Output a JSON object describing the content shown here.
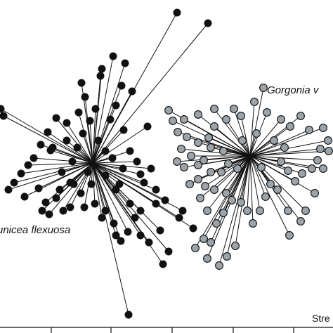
{
  "chart_data": {
    "type": "scatter",
    "subtype": "spider-plot",
    "axis_range": {
      "x": [
        0,
        474
      ],
      "y": [
        0,
        474
      ],
      "note": "axes unlabeled; plot-units equal to pixel space of crop"
    },
    "grid": false,
    "annotations": [
      "unicea flexuosa",
      "Gorgonia v",
      "Stre"
    ],
    "series": [
      {
        "name": "Eunicea flexuosa",
        "label_text": "unicea flexuosa",
        "marker_color": "#111111",
        "centroid": [
          132,
          232
        ],
        "points": [
          [
            252,
            18
          ],
          [
            296,
            33
          ],
          [
            161,
            80
          ],
          [
            178,
            90
          ],
          [
            145,
            98
          ],
          [
            116,
            118
          ],
          [
            143,
            108
          ],
          [
            121,
            138
          ],
          [
            173,
            122
          ],
          [
            165,
            150
          ],
          [
            188,
            130
          ],
          [
            210,
            180
          ],
          [
            176,
            185
          ],
          [
            157,
            170
          ],
          [
            136,
            155
          ],
          [
            95,
            175
          ],
          [
            80,
            168
          ],
          [
            68,
            188
          ],
          [
            58,
            206
          ],
          [
            72,
            214
          ],
          [
            48,
            225
          ],
          [
            40,
            235
          ],
          [
            30,
            247
          ],
          [
            20,
            260
          ],
          [
            12,
            270
          ],
          [
            35,
            280
          ],
          [
            55,
            268
          ],
          [
            65,
            288
          ],
          [
            80,
            282
          ],
          [
            100,
            260
          ],
          [
            115,
            275
          ],
          [
            120,
            295
          ],
          [
            135,
            290
          ],
          [
            150,
            300
          ],
          [
            145,
            310
          ],
          [
            162,
            318
          ],
          [
            165,
            335
          ],
          [
            182,
            330
          ],
          [
            200,
            335
          ],
          [
            212,
            345
          ],
          [
            240,
            358
          ],
          [
            232,
            376
          ],
          [
            260,
            300
          ],
          [
            275,
            325
          ],
          [
            205,
            260
          ],
          [
            215,
            240
          ],
          [
            222,
            270
          ],
          [
            235,
            285
          ],
          [
            200,
            300
          ],
          [
            185,
            290
          ],
          [
            165,
            270
          ],
          [
            90,
            300
          ],
          [
            70,
            305
          ],
          [
            60,
            300
          ],
          [
            100,
            295
          ],
          [
            1,
            155
          ],
          [
            5,
            165
          ],
          [
            75,
            210
          ],
          [
            95,
            200
          ],
          [
            110,
            210
          ],
          [
            125,
            245
          ],
          [
            150,
            250
          ],
          [
            175,
            240
          ],
          [
            160,
            225
          ],
          [
            185,
            215
          ],
          [
            195,
            230
          ],
          [
            140,
            200
          ],
          [
            118,
            190
          ],
          [
            103,
            230
          ],
          [
            88,
            245
          ],
          [
            172,
            343
          ],
          [
            183,
            448
          ],
          [
            228,
            328
          ],
          [
            255,
            310
          ],
          [
            222,
            290
          ],
          [
            192,
            310
          ],
          [
            130,
            262
          ],
          [
            105,
            262
          ],
          [
            85,
            270
          ],
          [
            150,
            215
          ],
          [
            170,
            262
          ],
          [
            200,
            248
          ],
          [
            112,
            160
          ],
          [
            128,
            172
          ]
        ]
      },
      {
        "name": "Gorgonia ventalina",
        "label_text": "Gorgonia v",
        "marker_color": "#9aa4aa",
        "centroid": [
          356,
          222
        ],
        "points": [
          [
            375,
            125
          ],
          [
            362,
            145
          ],
          [
            333,
            155
          ],
          [
            305,
            155
          ],
          [
            282,
            163
          ],
          [
            262,
            170
          ],
          [
            240,
            157
          ],
          [
            246,
            172
          ],
          [
            253,
            188
          ],
          [
            266,
            195
          ],
          [
            282,
            203
          ],
          [
            297,
            196
          ],
          [
            305,
            180
          ],
          [
            322,
            170
          ],
          [
            343,
            165
          ],
          [
            380,
            160
          ],
          [
            400,
            170
          ],
          [
            413,
            180
          ],
          [
            428,
            165
          ],
          [
            440,
            185
          ],
          [
            460,
            182
          ],
          [
            467,
            200
          ],
          [
            456,
            212
          ],
          [
            452,
            228
          ],
          [
            444,
            240
          ],
          [
            430,
            247
          ],
          [
            420,
            258
          ],
          [
            410,
            243
          ],
          [
            400,
            230
          ],
          [
            395,
            270
          ],
          [
            385,
            262
          ],
          [
            378,
            280
          ],
          [
            370,
            300
          ],
          [
            352,
            300
          ],
          [
            343,
            288
          ],
          [
            330,
            285
          ],
          [
            322,
            275
          ],
          [
            305,
            270
          ],
          [
            292,
            265
          ],
          [
            282,
            255
          ],
          [
            270,
            262
          ],
          [
            252,
            230
          ],
          [
            258,
            212
          ],
          [
            272,
            222
          ],
          [
            290,
            228
          ],
          [
            300,
            210
          ],
          [
            318,
            215
          ],
          [
            325,
            233
          ],
          [
            315,
            245
          ],
          [
            300,
            245
          ],
          [
            285,
            282
          ],
          [
            295,
            300
          ],
          [
            308,
            318
          ],
          [
            290,
            340
          ],
          [
            300,
            345
          ],
          [
            278,
            353
          ],
          [
            295,
            368
          ],
          [
            312,
            378
          ],
          [
            323,
            365
          ],
          [
            335,
            350
          ],
          [
            410,
            300
          ],
          [
            428,
            315
          ],
          [
            412,
            335
          ],
          [
            435,
            300
          ],
          [
            448,
            275
          ],
          [
            460,
            240
          ],
          [
            345,
            200
          ],
          [
            365,
            190
          ],
          [
            338,
            240
          ],
          [
            372,
            238
          ],
          [
            390,
            200
          ],
          [
            405,
            210
          ],
          [
            282,
            235
          ],
          [
            262,
            238
          ],
          [
            318,
            303
          ],
          [
            360,
            318
          ],
          [
            468,
            215
          ]
        ]
      }
    ]
  }
}
